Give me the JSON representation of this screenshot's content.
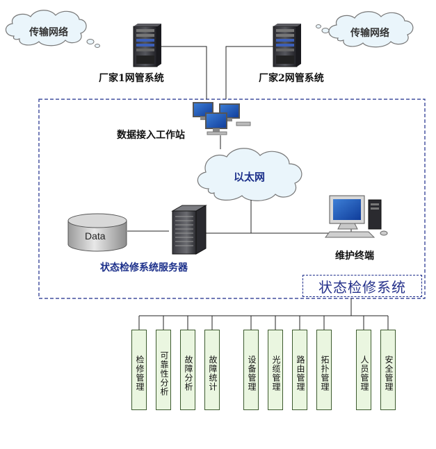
{
  "clouds": {
    "left_network": "传输网络",
    "right_network": "传输网络",
    "ethernet": "以太网"
  },
  "labels": {
    "vendor1_nms": "厂家1网管系统",
    "vendor2_nms": "厂家2网管系统",
    "data_station": "数据接入工作站",
    "server": "状态检修系统服务器",
    "maintenance_terminal": "维护终端",
    "database": "Data"
  },
  "system_title": "状态检修系统",
  "modules": [
    {
      "label": "检修管理"
    },
    {
      "label": "可靠性分析"
    },
    {
      "label": "故障分析"
    },
    {
      "label": "故障统计"
    },
    {
      "label": "设备管理"
    },
    {
      "label": "光缆管理"
    },
    {
      "label": "路由管理"
    },
    {
      "label": "拓扑管理"
    },
    {
      "label": "人员管理"
    },
    {
      "label": "安全管理"
    }
  ],
  "colors": {
    "cloud_fill": "#eaf5fb",
    "server_title_blue": "#1b2f8a",
    "module_fill": "#eaf6e0",
    "module_border": "#3c5a2e"
  }
}
